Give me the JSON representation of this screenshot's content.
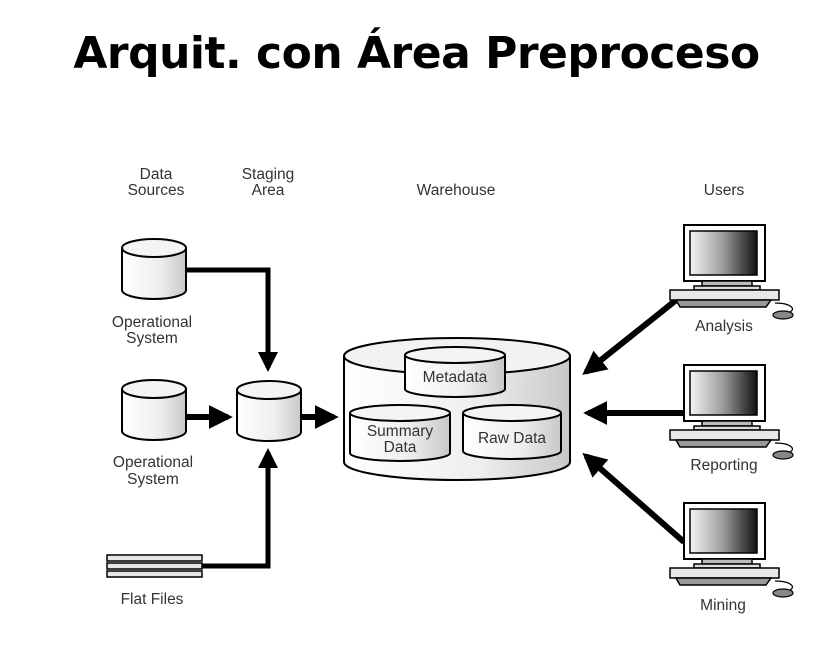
{
  "title": "Arquit. con Área Preproceso",
  "columns": {
    "data_sources": [
      "Data",
      "Sources"
    ],
    "staging_area": [
      "Staging",
      "Area"
    ],
    "warehouse": "Warehouse",
    "users": "Users"
  },
  "sources": [
    {
      "type": "database",
      "label": [
        "Operational",
        "System"
      ]
    },
    {
      "type": "database",
      "label": [
        "Operational",
        "System"
      ]
    },
    {
      "type": "flat-files",
      "label": [
        "Flat Files"
      ]
    }
  ],
  "warehouse": {
    "stores": [
      {
        "label": [
          "Metadata"
        ]
      },
      {
        "label": [
          "Summary",
          "Data"
        ]
      },
      {
        "label": [
          "Raw Data"
        ]
      }
    ]
  },
  "users": [
    {
      "label": "Analysis"
    },
    {
      "label": "Reporting"
    },
    {
      "label": "Mining"
    }
  ],
  "colors": {
    "line": "#000000",
    "cylinder_fill": "#f2f2f2",
    "text": "#333333"
  }
}
